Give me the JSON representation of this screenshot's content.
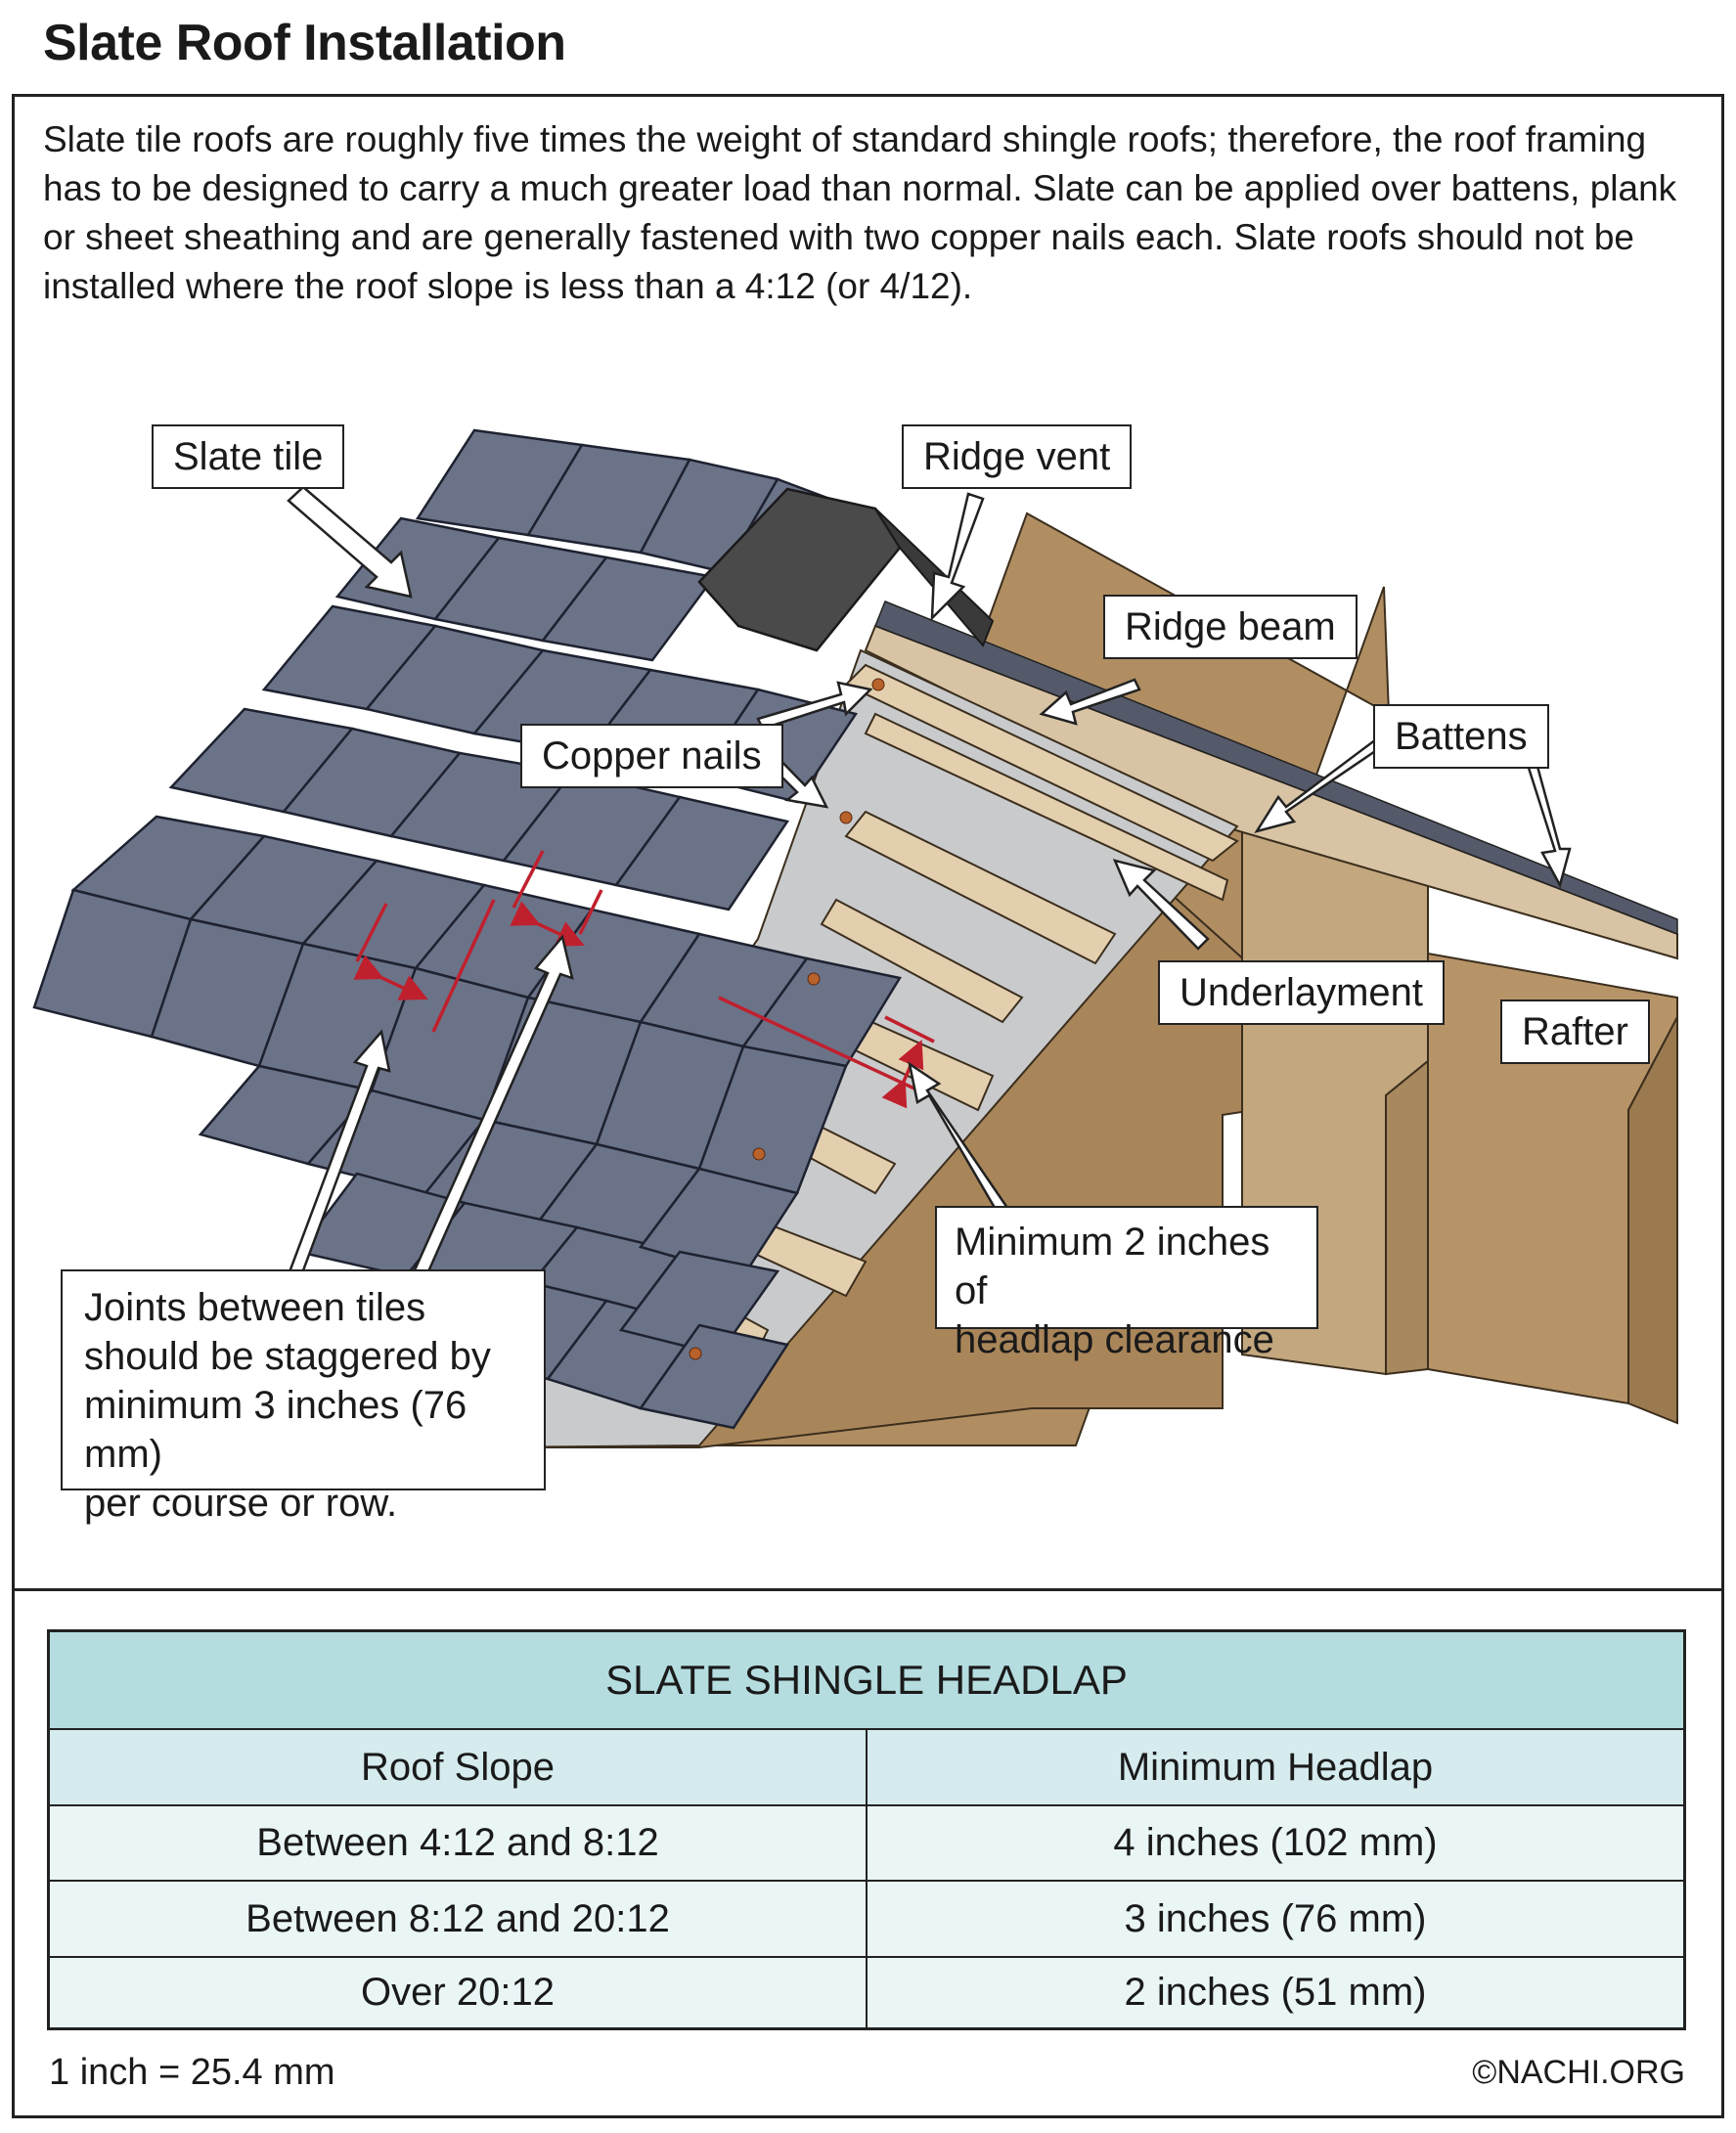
{
  "title": "Slate Roof Installation",
  "intro": "Slate tile roofs are roughly five times the weight of standard shingle roofs; therefore, the roof framing has to be designed to carry a much greater load than normal. Slate can be applied over battens, plank or sheet sheathing and are generally fastened with two copper nails each. Slate roofs should not be installed where the roof slope is less than a 4:12 (or 4/12).",
  "labels": {
    "slate_tile": "Slate tile",
    "ridge_vent": "Ridge vent",
    "ridge_beam": "Ridge beam",
    "copper_nails": "Copper nails",
    "battens": "Battens",
    "underlayment": "Underlayment",
    "rafter": "Rafter",
    "headlap_line1": "Minimum 2 inches of",
    "headlap_line2": "headlap clearance",
    "joints_line1": "Joints between tiles",
    "joints_line2": "should be staggered by",
    "joints_line3": "minimum 3 inches (76 mm)",
    "joints_line4": "per course or row."
  },
  "colors": {
    "slate": "#6b7388",
    "slate_dark": "#4a5063",
    "ridge_vent": "#4a4a4a",
    "batten": "#e3cfae",
    "underlayment": "#c9cacc",
    "rafter": "#b08e62",
    "rafter_dark": "#8f7047",
    "nail": "#b8612a",
    "dimension_red": "#c0202e",
    "table_title_bg": "#b5dde0",
    "table_head_bg": "#d5ebee",
    "table_row_bg": "#eaf5f6"
  },
  "table": {
    "title": "SLATE SHINGLE HEADLAP",
    "headers": [
      "Roof Slope",
      "Minimum Headlap"
    ],
    "rows": [
      [
        "Between 4:12 and 8:12",
        "4 inches (102 mm)"
      ],
      [
        "Between 8:12 and 20:12",
        "3 inches (76 mm)"
      ],
      [
        "Over 20:12",
        "2 inches (51 mm)"
      ]
    ]
  },
  "footnote": "1 inch = 25.4 mm",
  "credit": "©NACHI.ORG"
}
